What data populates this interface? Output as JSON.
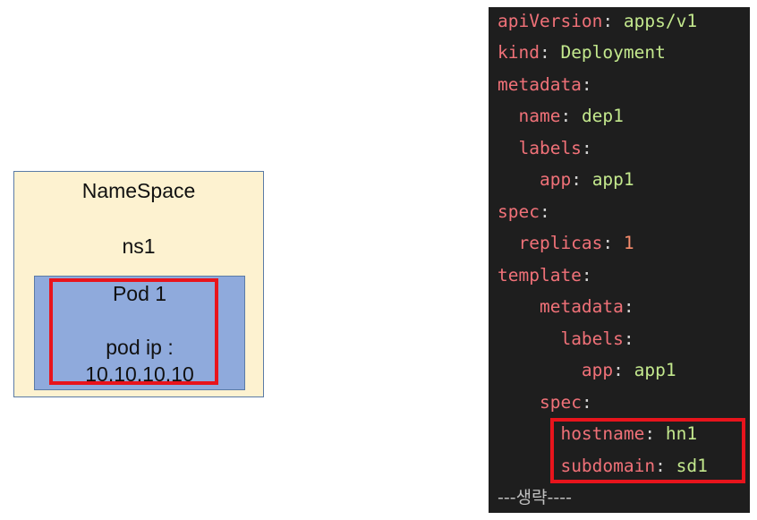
{
  "diagram": {
    "namespace_label": "NameSpace",
    "namespace_name": "ns1",
    "pod_label": "Pod 1",
    "pod_ip_label": "pod ip :",
    "pod_ip_value": "10.10.10.10"
  },
  "yaml": {
    "lines": [
      {
        "key": "apiVersion",
        "value": "apps/v1"
      },
      {
        "key": "kind",
        "value": "Deployment"
      },
      {
        "key": "metadata",
        "value": ""
      },
      {
        "key": "name",
        "value": "dep1"
      },
      {
        "key": "labels",
        "value": ""
      },
      {
        "key": "app",
        "value": "app1"
      },
      {
        "key": "spec",
        "value": ""
      },
      {
        "key": "replicas",
        "value": "1"
      },
      {
        "key": "template",
        "value": ""
      },
      {
        "key": "metadata",
        "value": ""
      },
      {
        "key": "labels",
        "value": ""
      },
      {
        "key": "app",
        "value": "app1"
      },
      {
        "key": "spec",
        "value": ""
      },
      {
        "key": "hostname",
        "value": "hn1"
      },
      {
        "key": "subdomain",
        "value": "sd1"
      }
    ],
    "omitted": "---생략----"
  },
  "colors": {
    "highlight": "#e8141c",
    "namespace_fill": "#fdf2d0",
    "pod_fill": "#8faadc",
    "code_bg": "#1e1e1e",
    "yaml_key": "#f07178",
    "yaml_value": "#c3e88d",
    "yaml_number": "#f78c6c"
  }
}
